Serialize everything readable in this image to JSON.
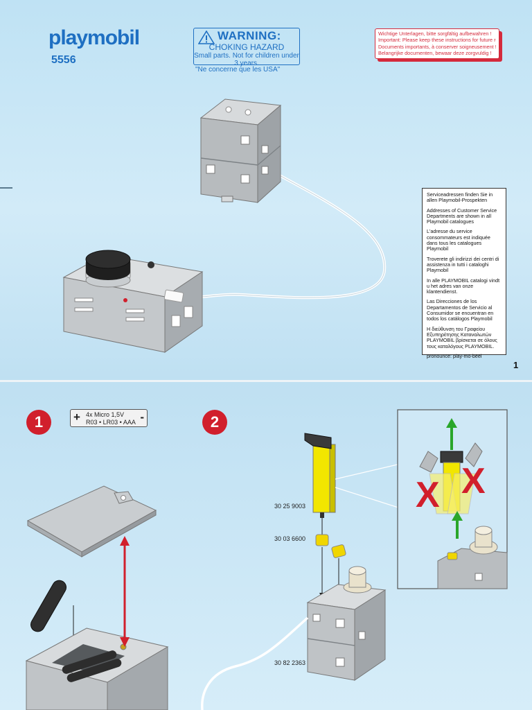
{
  "header": {
    "brand": "playmobil",
    "model_number": "5556"
  },
  "warning_box": {
    "title": "WARNING:",
    "subtitle": "CHOKING HAZARD",
    "text": "Small parts. Not for children under 3 years.",
    "note": "\"Ne concerne que les USA\""
  },
  "important_notice": [
    "Wichtige Unterlagen, bitte sorgfältig aufbewahren !",
    "Important: Please keep these instructions for future reference !",
    "Documents importants, à conserver soigneusement !",
    "Belangrijke documenten, bewaar deze zorgvuldig !"
  ],
  "service_info": [
    "Serviceadressen finden Sie in allen Playmobil-Prospekten",
    "Addresses of Customer Service Departments are shown in all Playmobil catalogues",
    "L'adresse du service consommateurs est indiquée dans tous les catalogues Playmobil",
    "Troverete gli indirizzi dei centri di assistenza in tutti i cataloghi Playmobil",
    "In alle PLAYMOBIL catalogi vindt u het adres van onze klantendienst.",
    "Las Direcciones de los Departamentos de Servicio al Consumidor se encuentran en todos los catálogos Playmobil",
    "Η διεύθυνση του Γραφείου Εξυπηρέτησης Καταναλωτών PLAYMOBIL βρίσκεται σε όλους τους καταλόγους PLAYMOBIL.",
    "pronounce: pläy-mō-bēēl"
  ],
  "page_number": "1",
  "steps": {
    "step1": "1",
    "step2": "2"
  },
  "battery": {
    "plus": "+",
    "minus": "-",
    "line1": "4x Micro 1,5V",
    "line2": "R03 • LR03 • AAA"
  },
  "part_numbers": {
    "p1": "30 25 9003",
    "p2": "30 03 6600",
    "p3": "30 82 2363"
  },
  "colors": {
    "brand_blue": "#1e6fc2",
    "warning_red": "#d42a3c",
    "step_red": "#d11f2c",
    "background_blue": "#cbe7f6",
    "arrow_green": "#2aa62a"
  }
}
